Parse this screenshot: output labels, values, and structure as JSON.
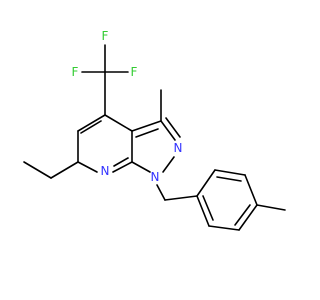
{
  "molecule": {
    "atoms": {
      "F_top": {
        "symbol": "F",
        "color": "#33cc33"
      },
      "F_left": {
        "symbol": "F",
        "color": "#33cc33"
      },
      "F_right": {
        "symbol": "F",
        "color": "#33cc33"
      },
      "N_ring": {
        "symbol": "N",
        "color": "#3333ff"
      },
      "N_pyrazole": {
        "symbol": "N",
        "color": "#3333ff"
      },
      "N1": {
        "symbol": "N",
        "color": "#3333ff"
      }
    },
    "bond_color": "#000000"
  }
}
